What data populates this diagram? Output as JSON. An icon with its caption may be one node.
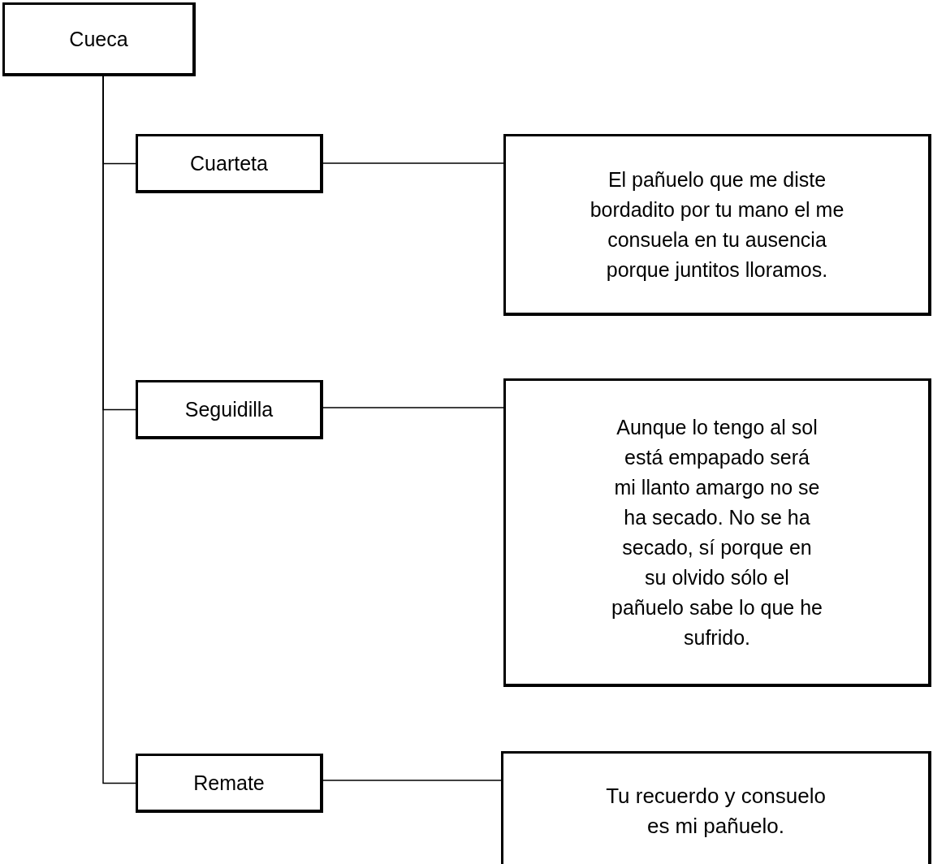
{
  "diagram": {
    "nodes": [
      {
        "text": [
          "Cueca"
        ]
      },
      {
        "text": [
          "Cuarteta"
        ]
      },
      {
        "text": [
          "Seguidilla"
        ]
      },
      {
        "text": [
          "Remate"
        ]
      },
      {
        "text": [
          "El pañuelo que me diste bordadito por tu mano el me consuela en tu ausencia porque juntitos lloramos."
        ]
      },
      {
        "text": [
          "Aunque lo tengo al sol está empapado será mi llanto amargo no se ha secado. No se ha secado, sí porque en su olvido sólo el pañuelo sabe lo que he sufrido."
        ]
      },
      {
        "text": [
          "Tu recuerdo y consuelo es mi pañuelo."
        ]
      }
    ],
    "edges": [
      {
        "from": 0,
        "to": 1,
        "arrow": "none"
      },
      {
        "from": 0,
        "to": 2,
        "arrow": "none"
      },
      {
        "from": 0,
        "to": 3,
        "arrow": "none"
      },
      {
        "from": 1,
        "to": 4,
        "arrow": "none"
      },
      {
        "from": 2,
        "to": 5,
        "arrow": "none"
      },
      {
        "from": 3,
        "to": 6,
        "arrow": "none"
      }
    ]
  }
}
